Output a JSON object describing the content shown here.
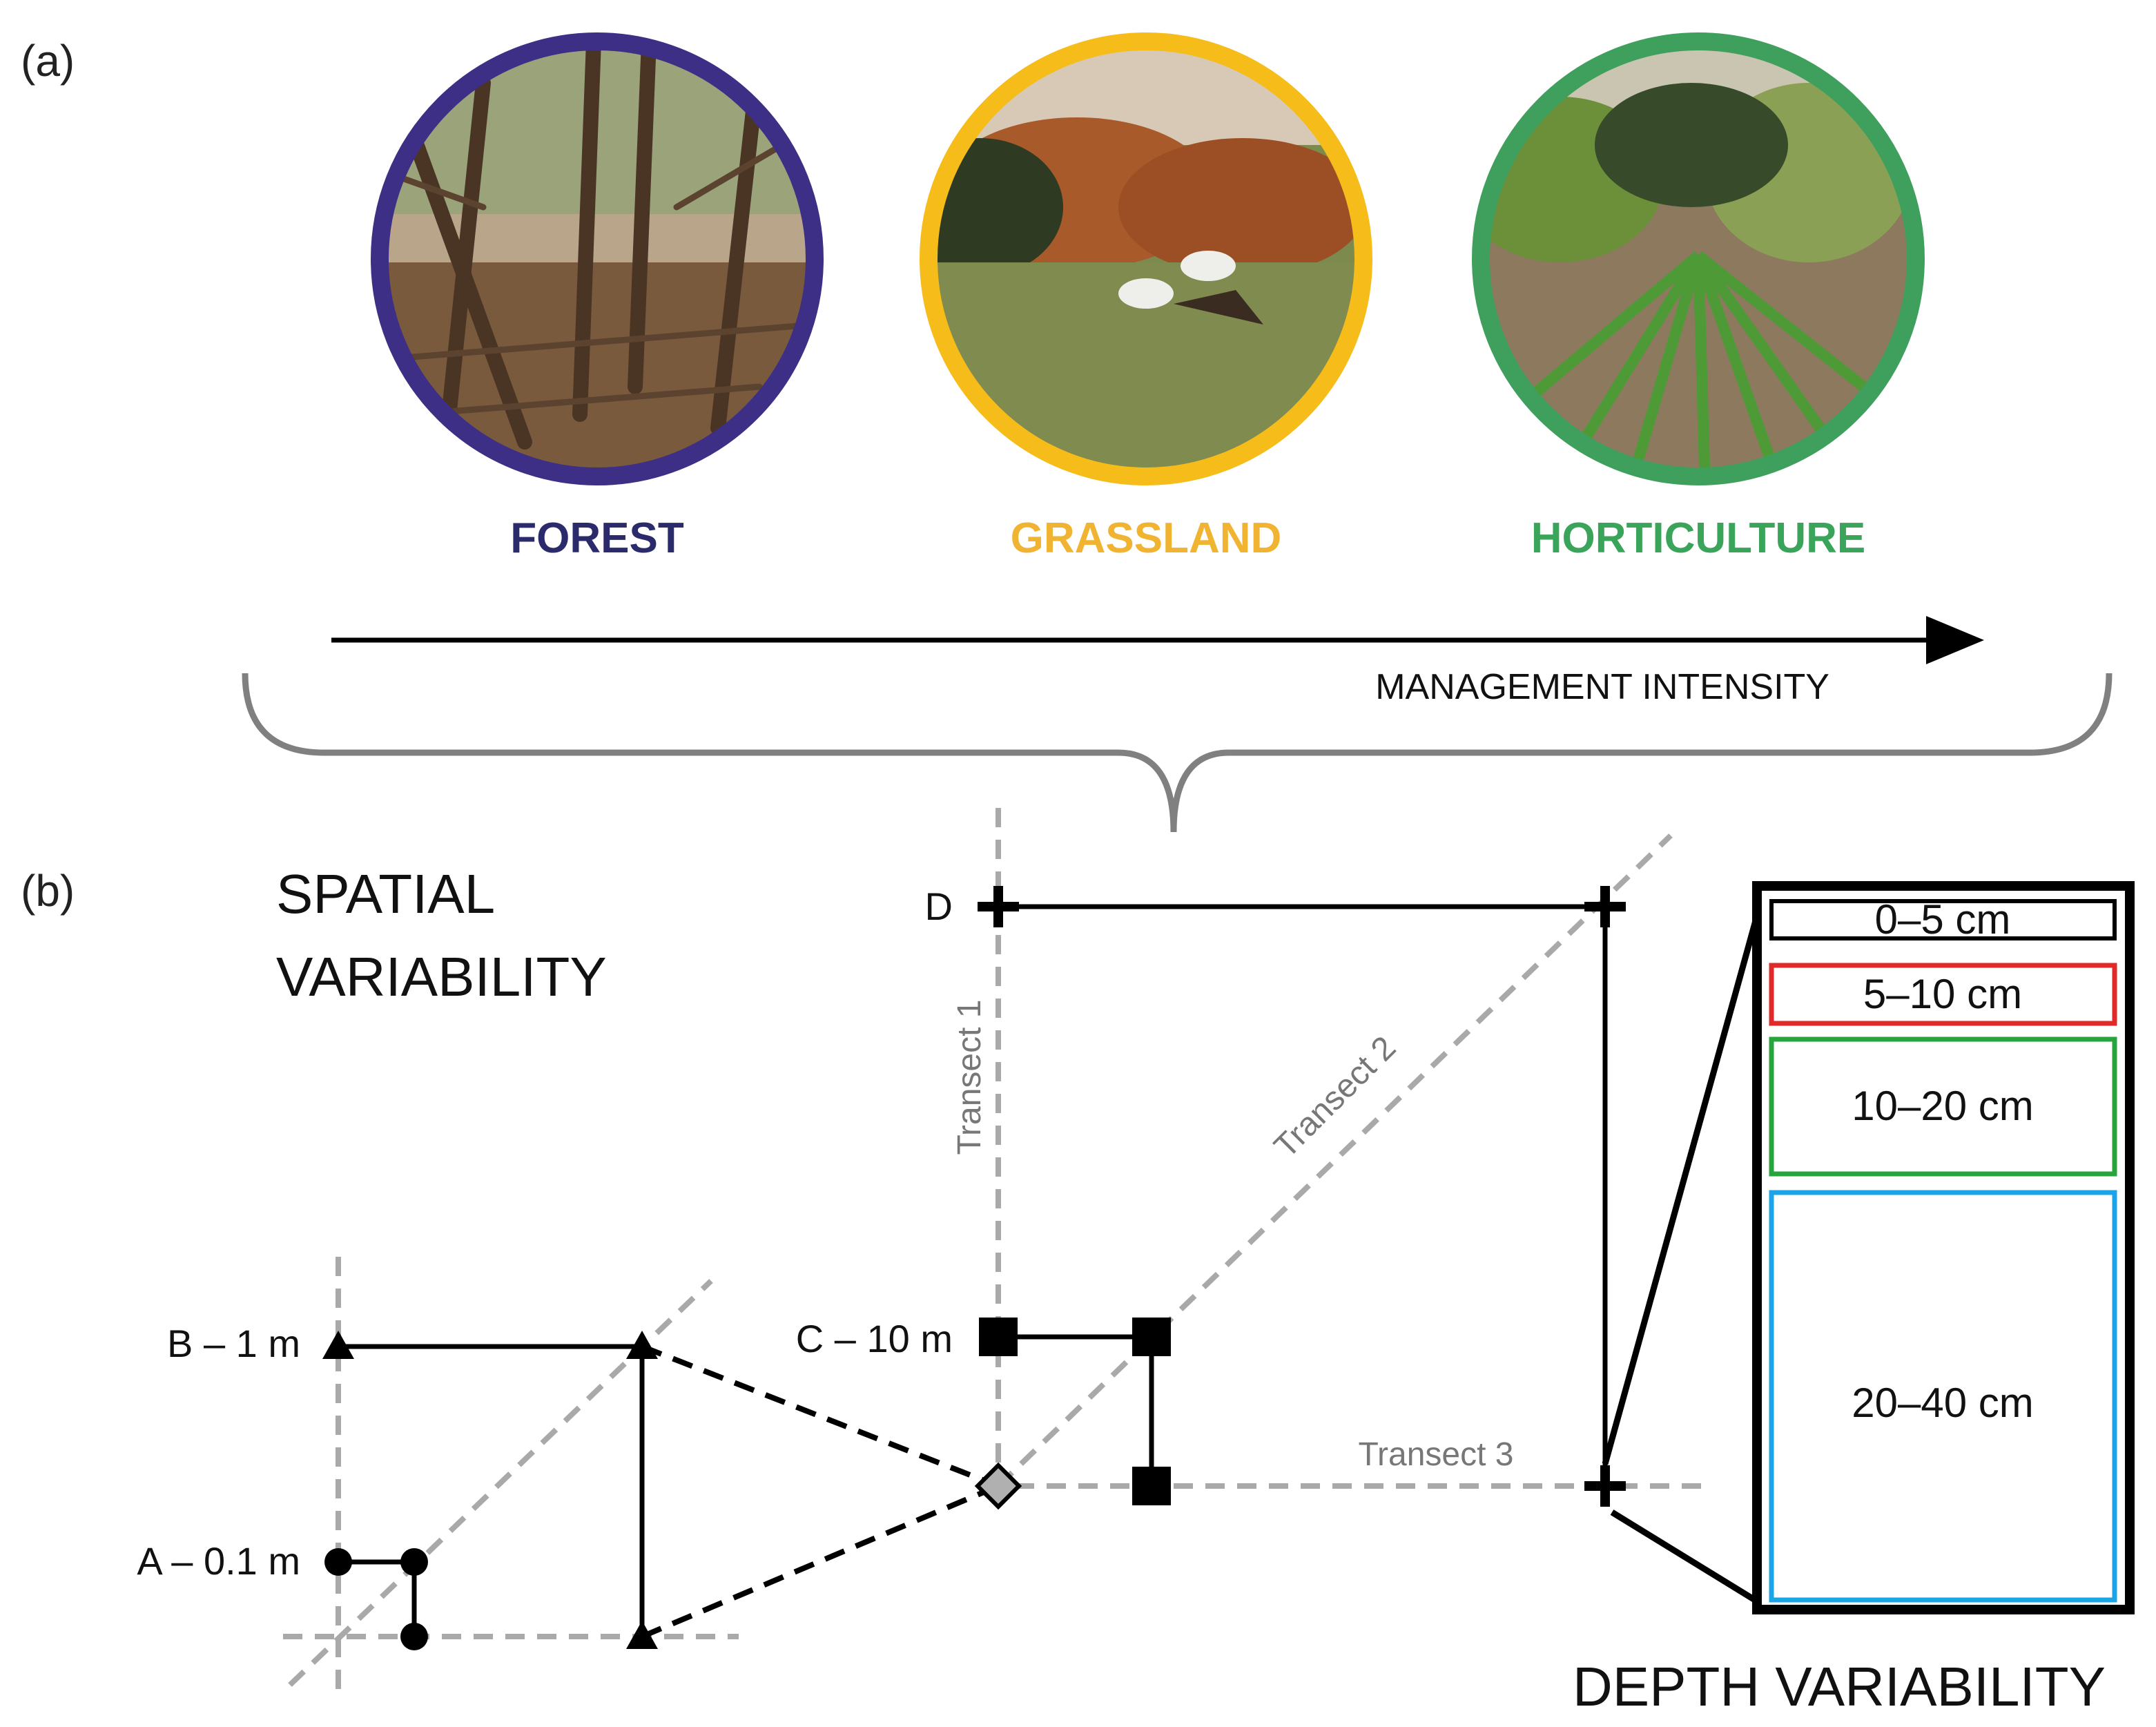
{
  "panel_a": {
    "label": "(a)",
    "habitats": [
      {
        "name": "FOREST",
        "color": "#3d2f86",
        "text_color": "#2b2a6b",
        "icon": "forest-photo"
      },
      {
        "name": "GRASSLAND",
        "color": "#f6bc1a",
        "text_color": "#f0b432",
        "icon": "grassland-photo"
      },
      {
        "name": "HORTICULTURE",
        "color": "#3f9f5c",
        "text_color": "#3aa55a",
        "icon": "horticulture-photo"
      }
    ],
    "axis_label": "MANAGEMENT INTENSITY"
  },
  "panel_b": {
    "label": "(b)",
    "spatial_heading_line1": "SPATIAL",
    "spatial_heading_line2": "VARIABILITY",
    "scales": [
      {
        "id": "A",
        "label": "A – 0.1 m",
        "marker": "circle"
      },
      {
        "id": "B",
        "label": "B – 1 m",
        "marker": "triangle"
      },
      {
        "id": "C",
        "label": "C – 10 m",
        "marker": "square"
      },
      {
        "id": "D",
        "label": "D",
        "marker": "cross"
      }
    ],
    "transects": [
      "Transect 1",
      "Transect 2",
      "Transect 3"
    ],
    "depth_heading": "DEPTH VARIABILITY",
    "depth_layers": [
      {
        "label": "0–5 cm",
        "color": "#000000"
      },
      {
        "label": "5–10 cm",
        "color": "#e02a2a"
      },
      {
        "label": "10–20 cm",
        "color": "#27a43b"
      },
      {
        "label": "20–40 cm",
        "color": "#1ca4e8"
      }
    ]
  }
}
